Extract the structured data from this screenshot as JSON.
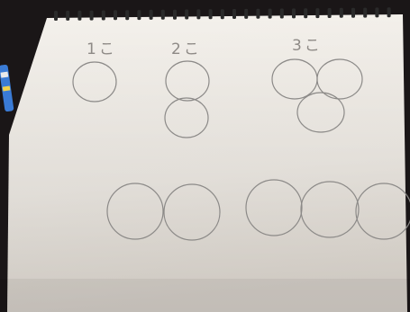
{
  "labels": {
    "count_1": "1こ",
    "count_2": "2こ",
    "count_3": "3こ"
  },
  "colors": {
    "background_dark": "#1a1617",
    "paper": "#f1ede8",
    "paper_shadow": "#dcd6cf",
    "pencil_line": "#8c8a88",
    "spiral_binding": "#2a2a2a",
    "pencil_blue": "#3a7bd5"
  },
  "counts": {
    "top_group_1": 1,
    "top_group_2": 2,
    "top_group_3": 3,
    "bottom_left_pair": 2,
    "bottom_right_row": 3
  }
}
